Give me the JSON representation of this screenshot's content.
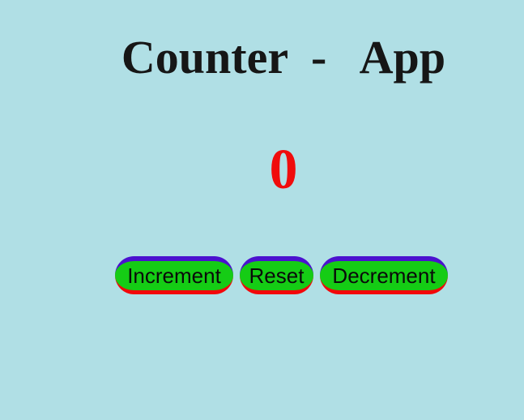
{
  "app": {
    "title": "Counter  -   App",
    "count": "0"
  },
  "buttons": {
    "increment_label": "Increment",
    "reset_label": "Reset",
    "decrement_label": "Decrement"
  },
  "colors": {
    "background": "#b0dfe5",
    "title": "#161616",
    "count": "#f00c0c",
    "button_fill": "#15cc15",
    "button_top_border": "#4b11cf",
    "button_bottom_border": "#f2080a"
  }
}
